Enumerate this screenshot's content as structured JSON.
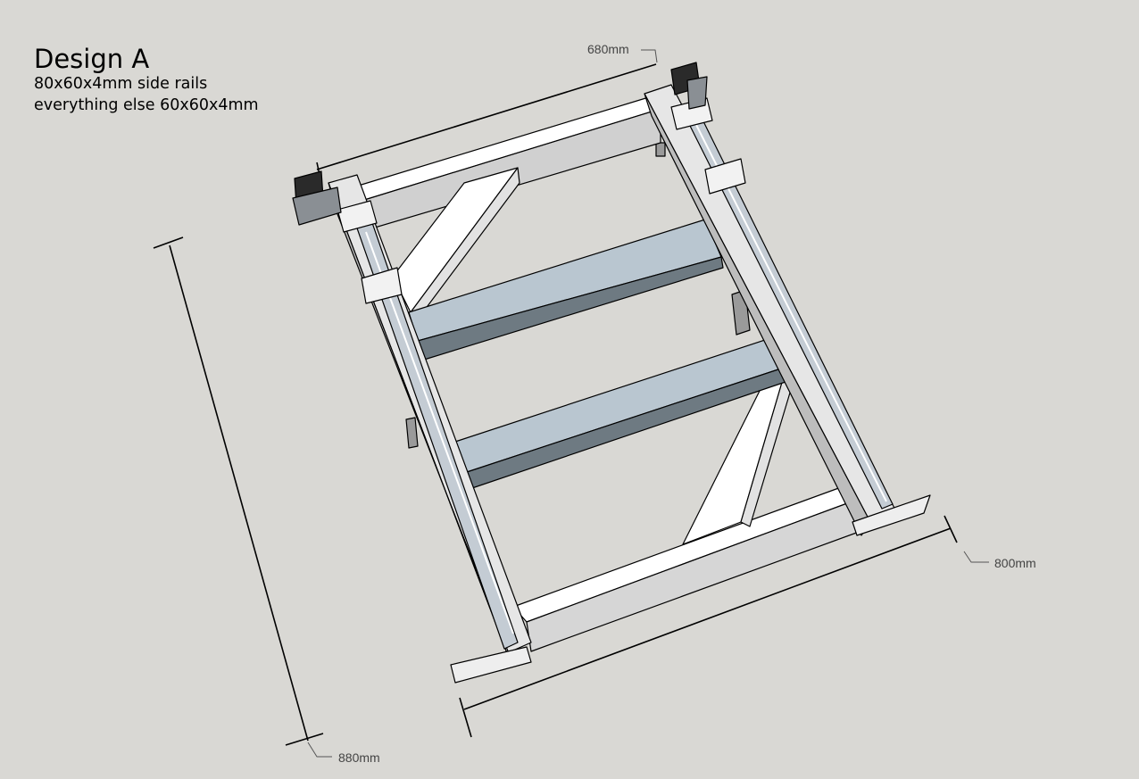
{
  "title": "Design A",
  "notes": [
    "80x60x4mm side rails",
    "everything else 60x60x4mm"
  ],
  "dimensions": {
    "width": "680mm",
    "outer_width": "800mm",
    "length": "880mm"
  },
  "colors": {
    "background": "#d9d8d4",
    "frame": "#ffffff",
    "cross_beam": "#b9c6d0",
    "rail": "#c4ccd4",
    "motor": "#2a2a2a"
  }
}
